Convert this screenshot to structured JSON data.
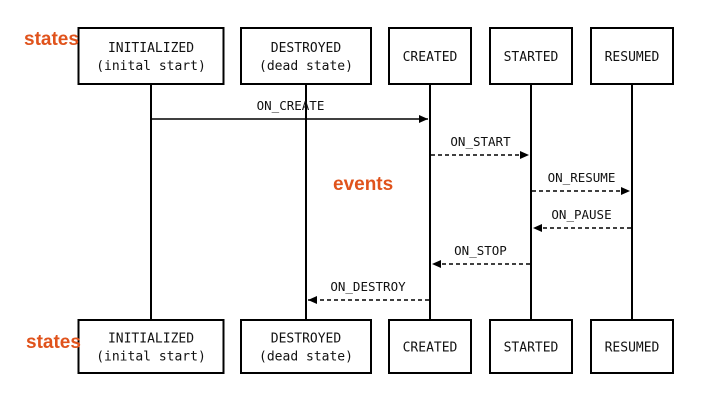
{
  "colors": {
    "annotation": "#e0531c",
    "line": "#000000",
    "box_fill": "#ffffff"
  },
  "annotations": {
    "states_top": "states",
    "states_bottom": "states",
    "events": "events"
  },
  "states": [
    {
      "id": "initialized",
      "lines": [
        "INITIALIZED",
        "(inital start)"
      ]
    },
    {
      "id": "destroyed",
      "lines": [
        "DESTROYED",
        "(dead state)"
      ]
    },
    {
      "id": "created",
      "lines": [
        "CREATED"
      ]
    },
    {
      "id": "started",
      "lines": [
        "STARTED"
      ]
    },
    {
      "id": "resumed",
      "lines": [
        "RESUMED"
      ]
    }
  ],
  "events": [
    {
      "id": "on-create",
      "label": "ON_CREATE",
      "from": "initialized",
      "to": "created",
      "style": "solid"
    },
    {
      "id": "on-start",
      "label": "ON_START",
      "from": "created",
      "to": "started",
      "style": "dashed"
    },
    {
      "id": "on-resume",
      "label": "ON_RESUME",
      "from": "started",
      "to": "resumed",
      "style": "dashed"
    },
    {
      "id": "on-pause",
      "label": "ON_PAUSE",
      "from": "resumed",
      "to": "started",
      "style": "dashed"
    },
    {
      "id": "on-stop",
      "label": "ON_STOP",
      "from": "started",
      "to": "created",
      "style": "dashed"
    },
    {
      "id": "on-destroy",
      "label": "ON_DESTROY",
      "from": "created",
      "to": "destroyed",
      "style": "dashed"
    }
  ]
}
